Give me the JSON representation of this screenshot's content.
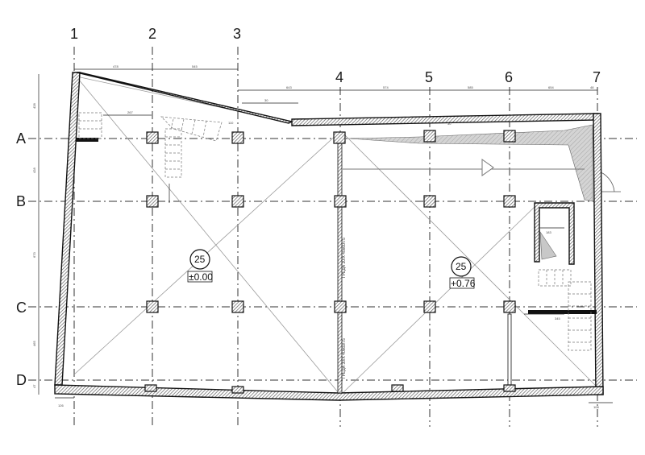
{
  "axes": {
    "vertical": [
      "1",
      "2",
      "3",
      "4",
      "5",
      "6",
      "7"
    ],
    "horizontal": [
      "A",
      "B",
      "C",
      "D"
    ]
  },
  "level_tags": [
    {
      "number": "25",
      "elevation": "±0.00"
    },
    {
      "number": "25",
      "elevation": "+0.76"
    }
  ],
  "beam_labels": [
    "ГРЕДА 30/Х 40х60/75",
    "ГРЕДА 30/Х 40х60/75"
  ],
  "dims": {
    "top_left": [
      "478",
      "545"
    ],
    "top_right": [
      "643",
      "574",
      "585",
      "654",
      "48"
    ],
    "small": [
      "267",
      "30",
      "110",
      "30",
      "183",
      "126",
      "345",
      "108"
    ],
    "left": [
      "428",
      "428",
      "673",
      "465",
      "47"
    ]
  },
  "colors": {
    "line": "#111111",
    "hatch": "#555555",
    "shade": "#c8c8c8",
    "grid": "#333333"
  }
}
